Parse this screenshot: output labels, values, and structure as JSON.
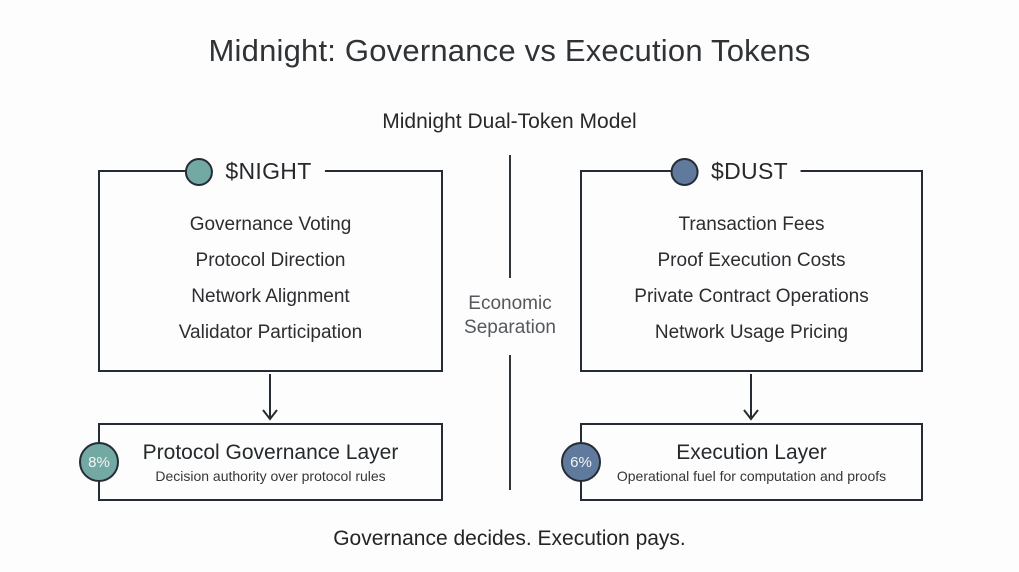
{
  "header": {
    "title": "Midnight: Governance vs Execution Tokens",
    "subtitle": "Midnight Dual-Token Model"
  },
  "separator": {
    "label": "Economic Separation"
  },
  "footer": {
    "text": "Governance decides. Execution pays."
  },
  "colors": {
    "night_accent": "#72a9a2",
    "dust_accent": "#5f7a9d",
    "outline": "#262c35",
    "text": "#2a2c2f",
    "muted_text": "#55595e"
  },
  "night": {
    "token_label": "$NIGHT",
    "items": [
      "Governance Voting",
      "Protocol Direction",
      "Network Alignment",
      "Validator Participation"
    ],
    "layer": {
      "badge": "8%",
      "title": "Protocol Governance Layer",
      "subtitle": "Decision authority over protocol rules"
    }
  },
  "dust": {
    "token_label": "$DUST",
    "items": [
      "Transaction Fees",
      "Proof Execution Costs",
      "Private Contract Operations",
      "Network Usage Pricing"
    ],
    "layer": {
      "badge": "6%",
      "title": "Execution Layer",
      "subtitle": "Operational fuel for computation and proofs"
    }
  }
}
